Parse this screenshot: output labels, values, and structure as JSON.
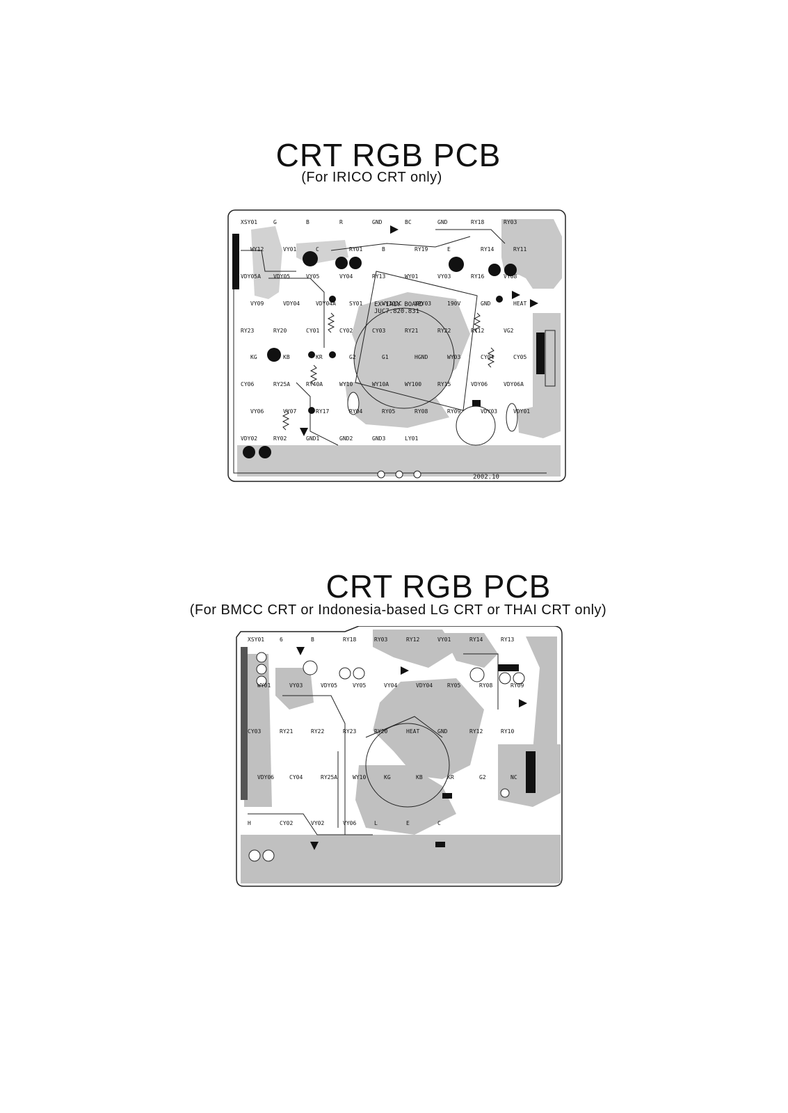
{
  "board1": {
    "title": "CRT RGB PCB",
    "subtitle": "(For IRICO CRT only)",
    "board_name": "EX-1A1Y BOARD",
    "board_code": "JUC7.820.831",
    "date": "2002.10",
    "labels": [
      "XSY01",
      "G",
      "B",
      "R",
      "GND",
      "BC",
      "GND",
      "RY18",
      "RY03",
      "WY12",
      "VY01",
      "C",
      "RY01",
      "B",
      "RY19",
      "E",
      "RY14",
      "RY11",
      "VDY05A",
      "VDY05",
      "VY05",
      "VY04",
      "RY13",
      "WY01",
      "VY03",
      "RY16",
      "VY08",
      "VY09",
      "VDY04",
      "VDY04A",
      "SY01",
      "WY101C",
      "XPY03",
      "190V",
      "GND",
      "HEAT",
      "RY23",
      "RY20",
      "CY01",
      "CY02",
      "CY03",
      "RY21",
      "RY22",
      "RY12",
      "VG2",
      "KG",
      "KB",
      "KR",
      "G2",
      "G1",
      "HGND",
      "WY03",
      "CY04",
      "CY05",
      "CY06",
      "RY25A",
      "RY40A",
      "WY10",
      "WY10A",
      "WY100",
      "RY15",
      "VDY06",
      "VDY06A",
      "VY06",
      "VY07",
      "RY17",
      "RY04",
      "RY05",
      "RY08",
      "RY09",
      "VDY03",
      "VDY01",
      "VDY02",
      "RY02",
      "GND1",
      "GND2",
      "GND3",
      "LY01"
    ]
  },
  "board2": {
    "title": "CRT RGB PCB",
    "subtitle": "(For BMCC CRT or Indonesia-based LG CRT or THAI CRT only)",
    "labels": [
      "XSY01",
      "6",
      "B",
      "RY18",
      "RY03",
      "RY12",
      "VY01",
      "RY14",
      "RY13",
      "WY01",
      "VY03",
      "VDY05",
      "VY05",
      "VY04",
      "VDY04",
      "RY05",
      "RY08",
      "RY09",
      "CY03",
      "RY21",
      "RY22",
      "RY23",
      "RY20",
      "HEAT",
      "GND",
      "RY12",
      "RY10",
      "VDY06",
      "CY04",
      "RY25A",
      "WY10",
      "KG",
      "KB",
      "KR",
      "G2",
      "NC",
      "H",
      "CY02",
      "VY02",
      "VY06",
      "L",
      "E",
      "C"
    ]
  }
}
